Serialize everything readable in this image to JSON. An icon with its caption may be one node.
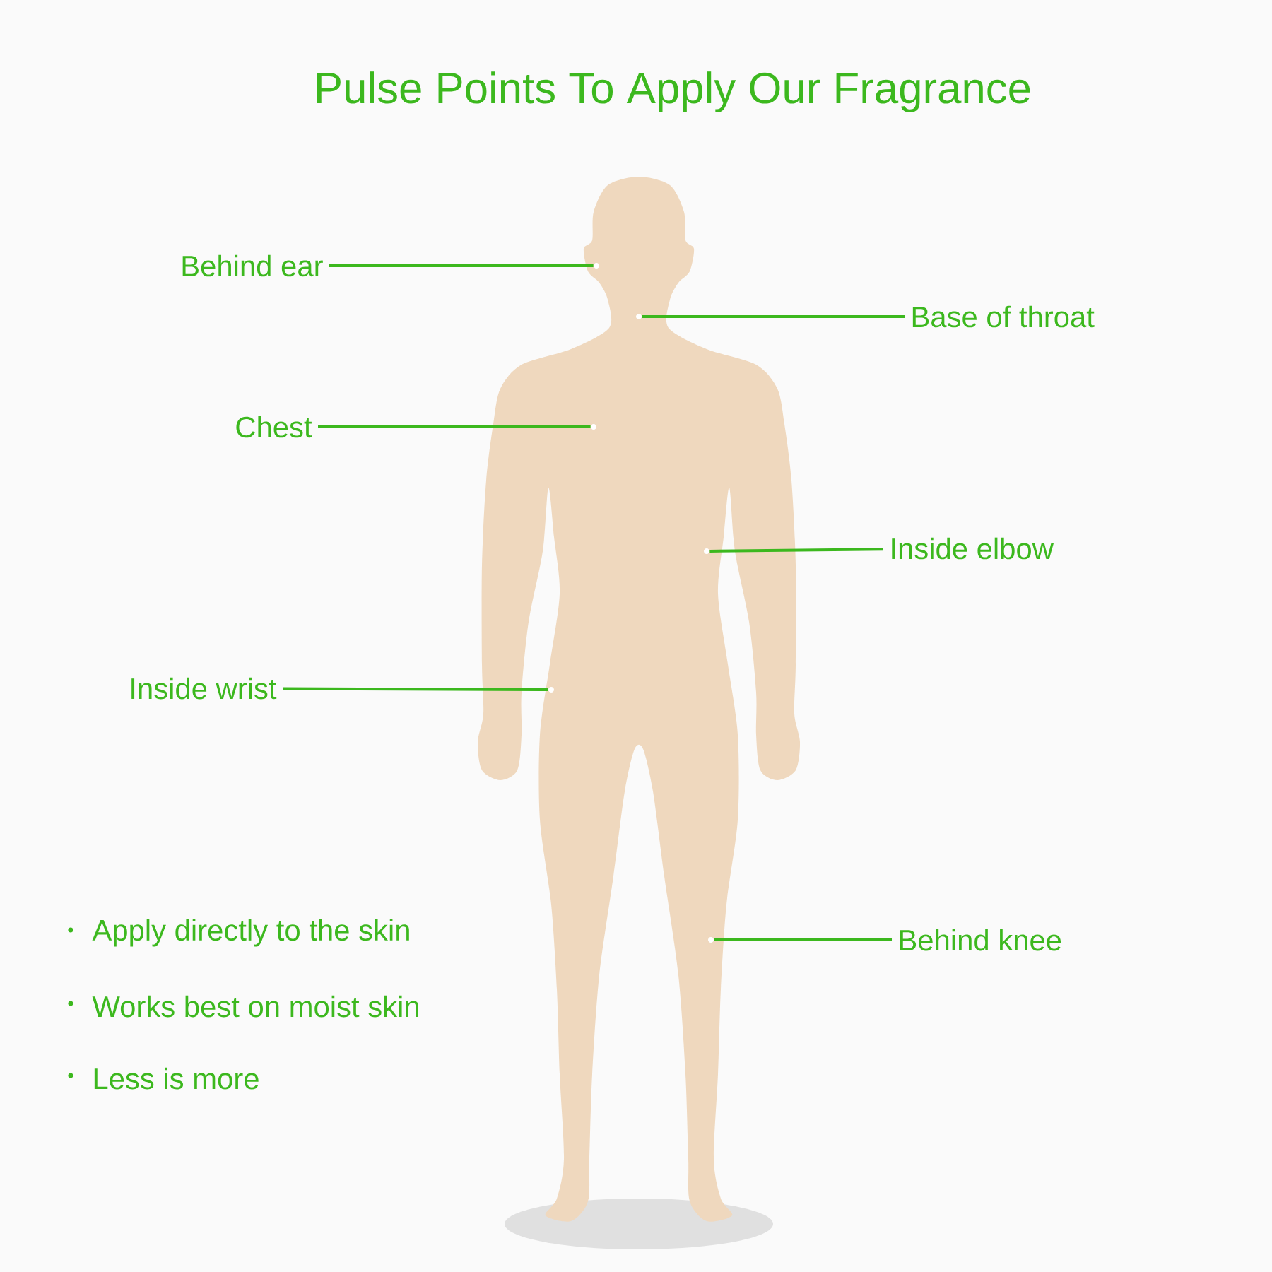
{
  "diagram": {
    "title": "Pulse Points To Apply Our Fragrance",
    "nodes": [
      {
        "text": [
          "Behind ear"
        ]
      },
      {
        "text": [
          "Base of throat"
        ]
      },
      {
        "text": [
          "Chest"
        ]
      },
      {
        "text": [
          "Inside elbow"
        ]
      },
      {
        "text": [
          "Inside wrist"
        ]
      },
      {
        "text": [
          "Behind knee"
        ]
      },
      {
        "text": [],
        "shape": "circle"
      },
      {
        "text": [],
        "shape": "circle"
      },
      {
        "text": [],
        "shape": "circle"
      },
      {
        "text": [],
        "shape": "circle"
      },
      {
        "text": [],
        "shape": "circle"
      },
      {
        "text": [],
        "shape": "circle"
      }
    ],
    "edges": [
      {
        "from": 0,
        "to": 6,
        "arrow": "none"
      },
      {
        "from": 1,
        "to": 7,
        "arrow": "none"
      },
      {
        "from": 2,
        "to": 8,
        "arrow": "none"
      },
      {
        "from": 3,
        "to": 9,
        "arrow": "none"
      },
      {
        "from": 4,
        "to": 10,
        "arrow": "none"
      },
      {
        "from": 5,
        "to": 11,
        "arrow": "none"
      }
    ],
    "labels": [
      "Apply directly to the skin",
      "Works best on moist skin",
      "Less is more"
    ]
  }
}
